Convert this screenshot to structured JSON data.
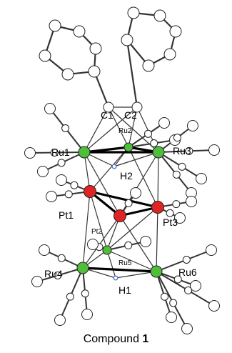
{
  "caption": {
    "prefix": "Compound ",
    "number": "1"
  },
  "labels": {
    "C1": "C1",
    "C2": "C2",
    "Ru2": "Ru2",
    "Ru1": "Ru1",
    "Ru3": "Ru3",
    "H2": "H2",
    "Pt1": "Pt1",
    "Pt2": "Pt2",
    "Pt3": "Pt3",
    "Ru5": "Ru5",
    "Ru4": "Ru4",
    "Ru6": "Ru6",
    "H1": "H1"
  },
  "colors": {
    "ruthenium": "#4fbf3a",
    "platinum": "#e02424",
    "hydride": "#5a78c8",
    "carbon": "#ffffff",
    "bond": "#333333"
  }
}
